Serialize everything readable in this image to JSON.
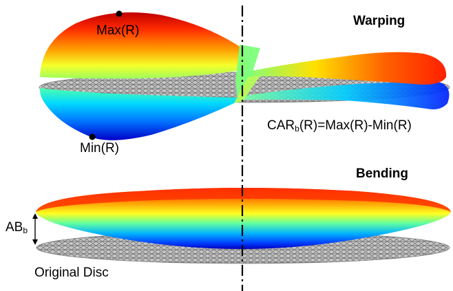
{
  "warping": {
    "title": "Warping",
    "max_label": "Max(R)",
    "min_label": "Min(R)",
    "car_prefix": "CAR",
    "car_sub": "b",
    "car_suffix": "(R)=Max(R)-Min(R)"
  },
  "bending": {
    "title": "Bending",
    "ab_prefix": "AB",
    "ab_sub": "b",
    "original_label": "Original Disc"
  },
  "colors": {
    "jet": [
      "#00007f",
      "#0000ff",
      "#007fff",
      "#00ffff",
      "#7fff7f",
      "#ffff00",
      "#ff7f00",
      "#ff0000",
      "#7f0000"
    ],
    "mesh": "#707070",
    "axis": "#000000"
  }
}
